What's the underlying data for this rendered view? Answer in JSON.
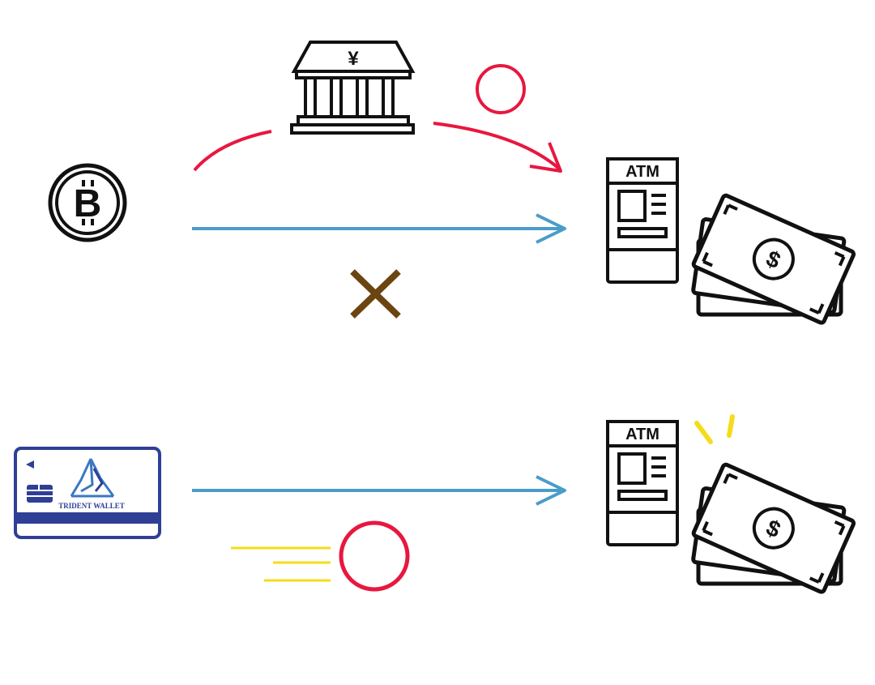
{
  "labels": {
    "bank_symbol": "¥",
    "crypto_symbol": "B",
    "atm_top": "ATM",
    "atm_bottom": "ATM",
    "money_symbol": "$",
    "card_brand": "TRIDENT WALLET"
  },
  "colors": {
    "ink": "#111111",
    "red": "#e8173f",
    "blue": "#4a9cc9",
    "cross": "#6b4410",
    "yellow": "#f5dc1a",
    "card_blue": "#2f3f95",
    "card_logo": "#3a78c2"
  },
  "icons": {
    "bank": "bank-icon",
    "bitcoin": "bitcoin-coin-icon",
    "atm": "atm-icon",
    "cash": "cash-stack-icon",
    "card": "trident-wallet-card-icon",
    "ok": "red-circle-ok-icon",
    "ng": "brown-x-icon"
  }
}
